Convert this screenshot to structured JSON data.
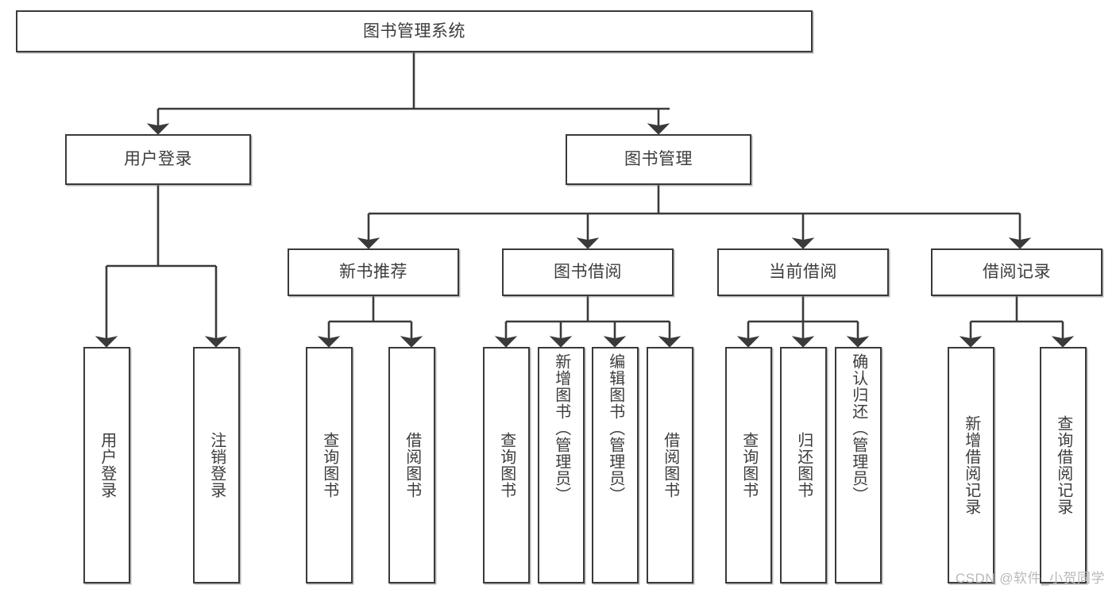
{
  "diagram": {
    "title": "图书管理系统",
    "type": "tree-hierarchy-chart",
    "stroke_color": "#3a3a3a",
    "text_color": "#3d3d3d",
    "background": "#ffffff"
  },
  "nodes": {
    "root": {
      "label": "图书管理系统"
    },
    "level2": [
      {
        "label": "用户登录"
      },
      {
        "label": "图书管理"
      }
    ],
    "level3": [
      {
        "label": "新书推荐"
      },
      {
        "label": "图书借阅"
      },
      {
        "label": "当前借阅"
      },
      {
        "label": "借阅记录"
      }
    ],
    "leaves": {
      "user_login": [
        {
          "label": "用户登录"
        },
        {
          "label": "注销登录"
        }
      ],
      "new_book_recommend": [
        {
          "label": "查询图书"
        },
        {
          "label": "借阅图书"
        }
      ],
      "book_borrow": [
        {
          "label": "查询图书"
        },
        {
          "label": "新增图书（管理员）"
        },
        {
          "label": "编辑图书（管理员）"
        },
        {
          "label": "借阅图书"
        }
      ],
      "current_borrow": [
        {
          "label": "查询图书"
        },
        {
          "label": "归还图书"
        },
        {
          "label": "确认归还（管理员）"
        }
      ],
      "borrow_record": [
        {
          "label": "新增借阅记录"
        },
        {
          "label": "查询借阅记录"
        }
      ]
    }
  },
  "watermark": {
    "text": "CSDN @软件_小贺同学"
  }
}
